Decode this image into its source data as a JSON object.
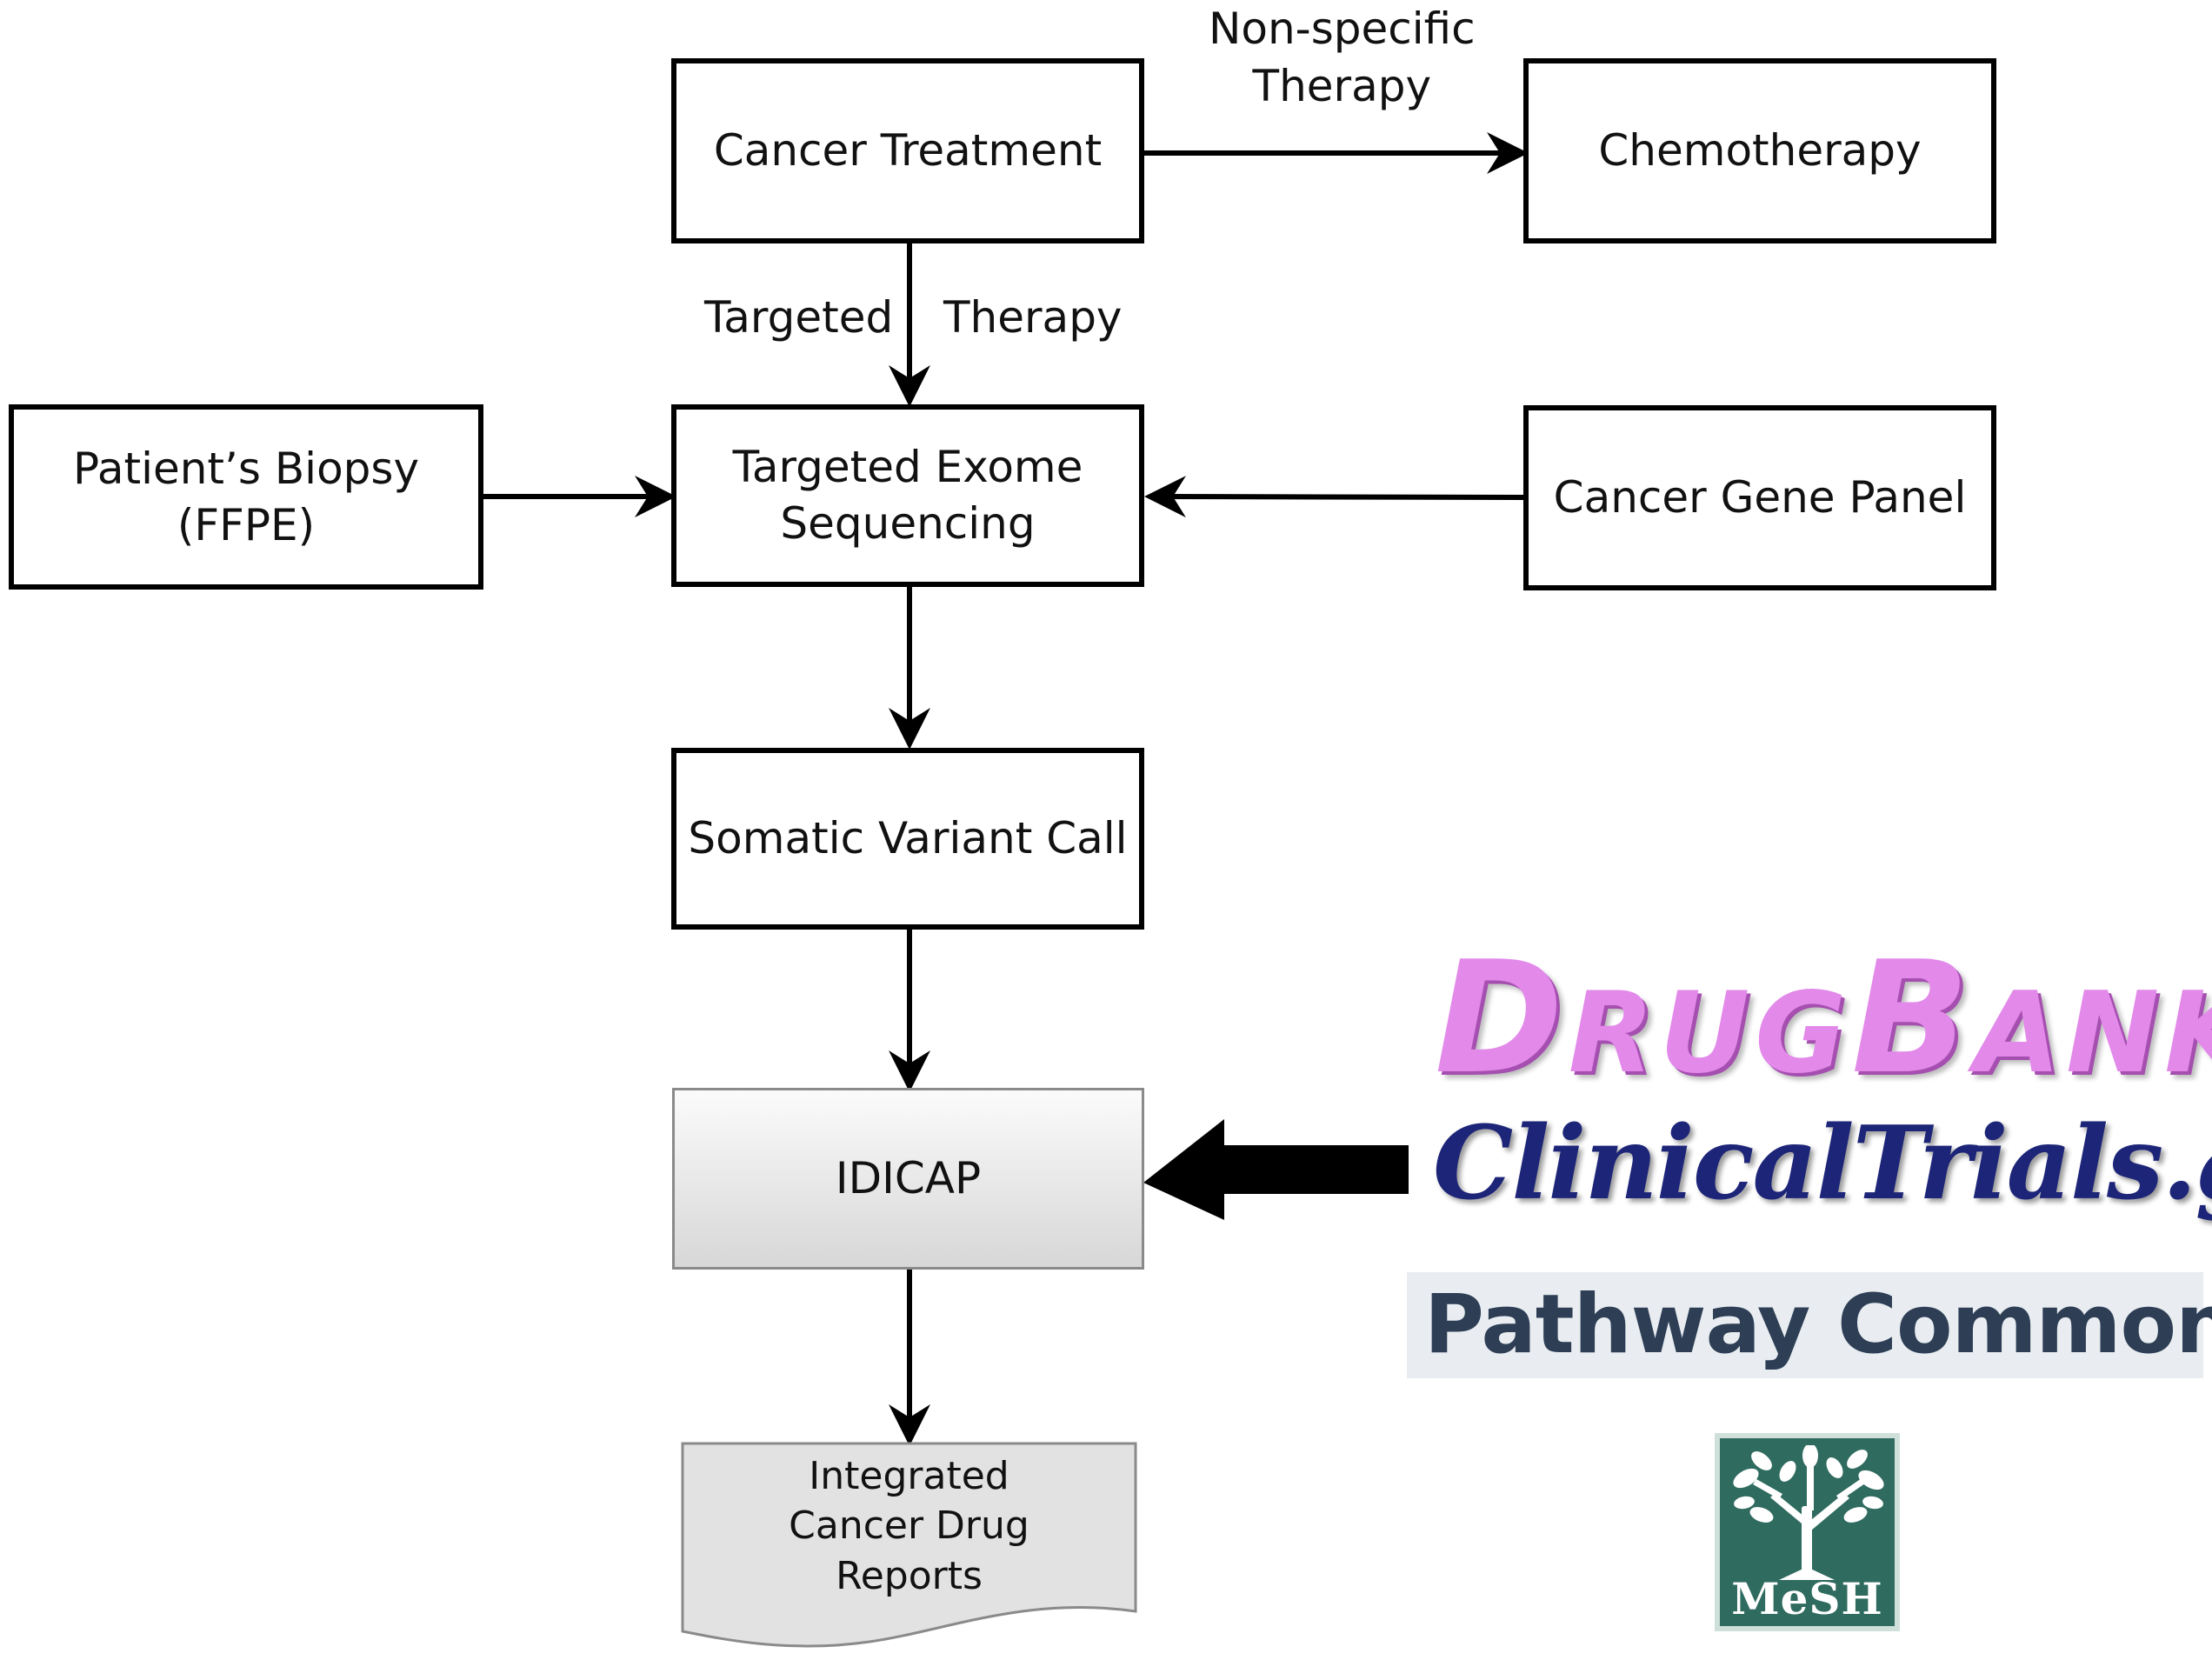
{
  "nodes": {
    "cancer_treatment": "Cancer Treatment",
    "chemotherapy": "Chemotherapy",
    "patients_biopsy": [
      "Patient’s Biopsy",
      "(FFPE)"
    ],
    "targeted_exome_sequencing": [
      "Targeted Exome",
      "Sequencing"
    ],
    "cancer_gene_panel": "Cancer Gene Panel",
    "somatic_variant_call": "Somatic Variant Call",
    "idicap": "IDICAP",
    "integrated_reports": [
      "Integrated",
      "Cancer Drug",
      "Reports"
    ]
  },
  "edge_labels": {
    "non_specific_therapy": [
      "Non-specific",
      "Therapy"
    ],
    "targeted": "Targeted",
    "therapy": "Therapy"
  },
  "data_sources": {
    "drugbank": {
      "initial_1": "D",
      "rest_1": "RUG",
      "initial_2": "B",
      "rest_2": "ANK"
    },
    "clinicaltrials": "ClinicalTrials.gov",
    "pathway_commons": "Pathway Commons",
    "mesh": "MeSH"
  },
  "colors": {
    "drugbank": "#e289ea",
    "clinicaltrials": "#1d2578",
    "pathway_commons_text": "#2d3e55",
    "pathway_commons_bg": "#e9edf1",
    "mesh_bg": "#2f6b5f",
    "node_border": "#000000",
    "idicap_fill": "#d7d7d7"
  }
}
